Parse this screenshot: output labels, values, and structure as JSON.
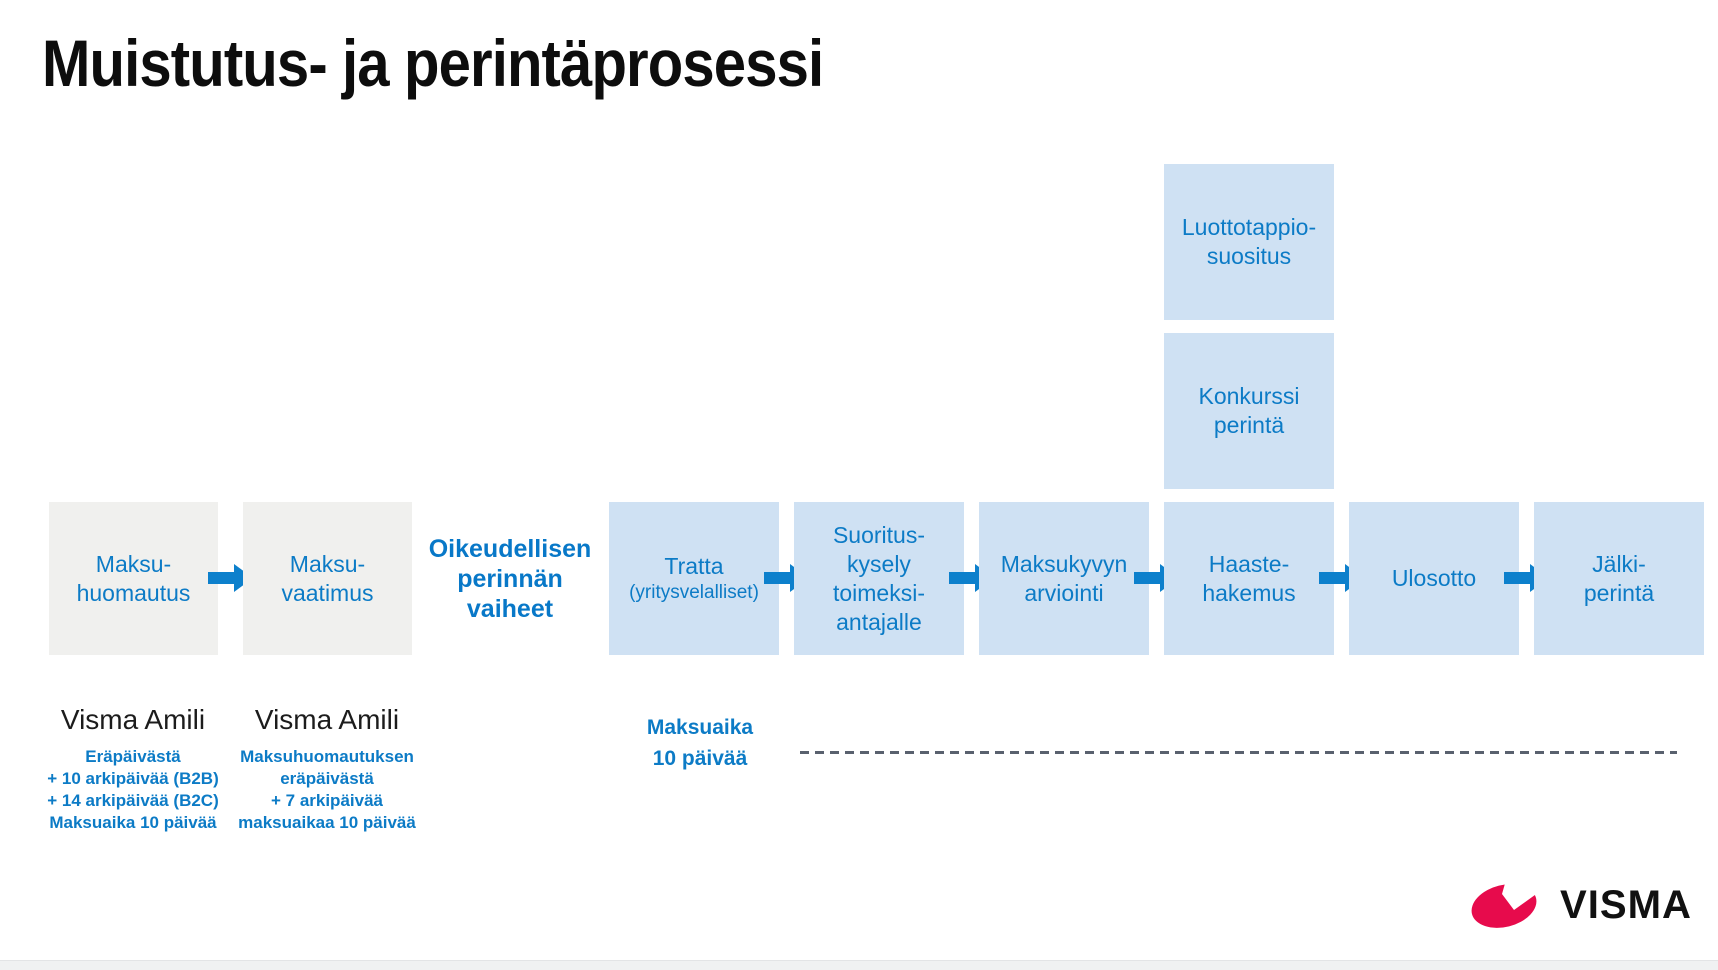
{
  "title": "Muistutus- ja perintäprosessi",
  "process": {
    "pre_legal_boxes": [
      {
        "label": "Maksu-\nhuomautus"
      },
      {
        "label": "Maksu-\nvaatimus"
      }
    ],
    "legal_heading": "Oikeudellisen\nperinnän\nvaiheet",
    "legal_boxes": [
      {
        "label": "Tratta",
        "sublabel": "(yritysvelalliset)"
      },
      {
        "label": "Suoritus-\nkysely\ntoimeksi-\nantajalle"
      },
      {
        "label": "Maksukyvyn\narviointi"
      },
      {
        "label": "Haaste-\nhakemus"
      },
      {
        "label": "Ulosotto"
      },
      {
        "label": "Jälki-\nperintä"
      }
    ],
    "branch_boxes": [
      {
        "label": "Luottotappio-\nsuositus"
      },
      {
        "label": "Konkurssi\nperintä"
      }
    ]
  },
  "notes": {
    "amili_1": {
      "title": "Visma Amili",
      "details": "Eräpäivästä\n+ 10 arkipäivää (B2B)\n+ 14 arkipäivää (B2C)\nMaksuaika 10 päivää"
    },
    "amili_2": {
      "title": "Visma Amili",
      "details": "Maksuhuomautuksen\neräpäivästä\n+ 7 arkipäivää\nmaksuaikaa 10 päivää"
    },
    "payment_term": "Maksuaika\n10 päivää"
  },
  "logo": {
    "wordmark": "VISMA"
  },
  "colors": {
    "accent_blue": "#0c7bc6",
    "box_blue": "#cfe1f3",
    "box_gray": "#f0f0ee",
    "brand_red": "#e70b4c",
    "dash_gray": "#59616e"
  }
}
